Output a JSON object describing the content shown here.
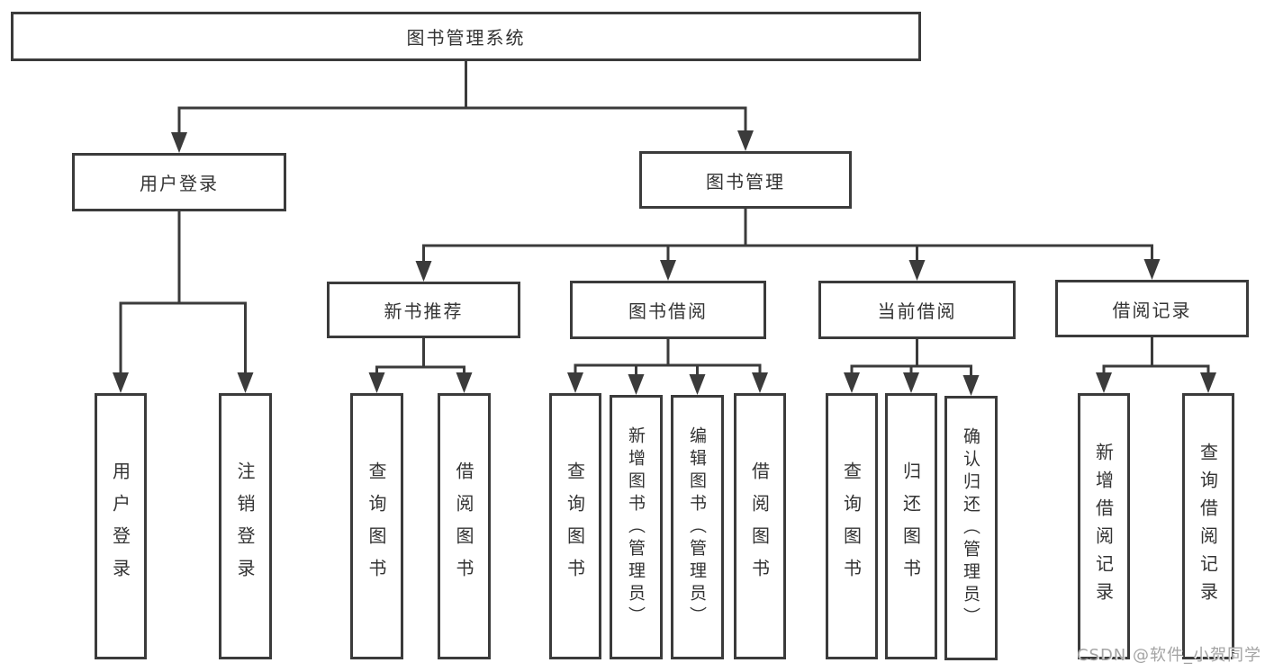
{
  "colors": {
    "line": "#3b3b3b",
    "border": "#3b3b3b",
    "text": "#333333",
    "watermark": "#a3a3a3",
    "background": "#ffffff"
  },
  "watermark": {
    "text": "CSDN @软件_小贺同学"
  },
  "tree": {
    "root": {
      "label": "图书管理系统",
      "children": [
        {
          "label": "用户登录",
          "children": [
            {
              "label": "用户登录"
            },
            {
              "label": "注销登录"
            }
          ]
        },
        {
          "label": "图书管理",
          "children": [
            {
              "label": "新书推荐",
              "children": [
                {
                  "label": "查询图书"
                },
                {
                  "label": "借阅图书"
                }
              ]
            },
            {
              "label": "图书借阅",
              "children": [
                {
                  "label": "查询图书"
                },
                {
                  "label": "新增图书（管理员）"
                },
                {
                  "label": "编辑图书（管理员）"
                },
                {
                  "label": "借阅图书"
                }
              ]
            },
            {
              "label": "当前借阅",
              "children": [
                {
                  "label": "查询图书"
                },
                {
                  "label": "归还图书"
                },
                {
                  "label": "确认归还（管理员）"
                }
              ]
            },
            {
              "label": "借阅记录",
              "children": [
                {
                  "label": "新增借阅记录"
                },
                {
                  "label": "查询借阅记录"
                }
              ]
            }
          ]
        }
      ]
    }
  }
}
